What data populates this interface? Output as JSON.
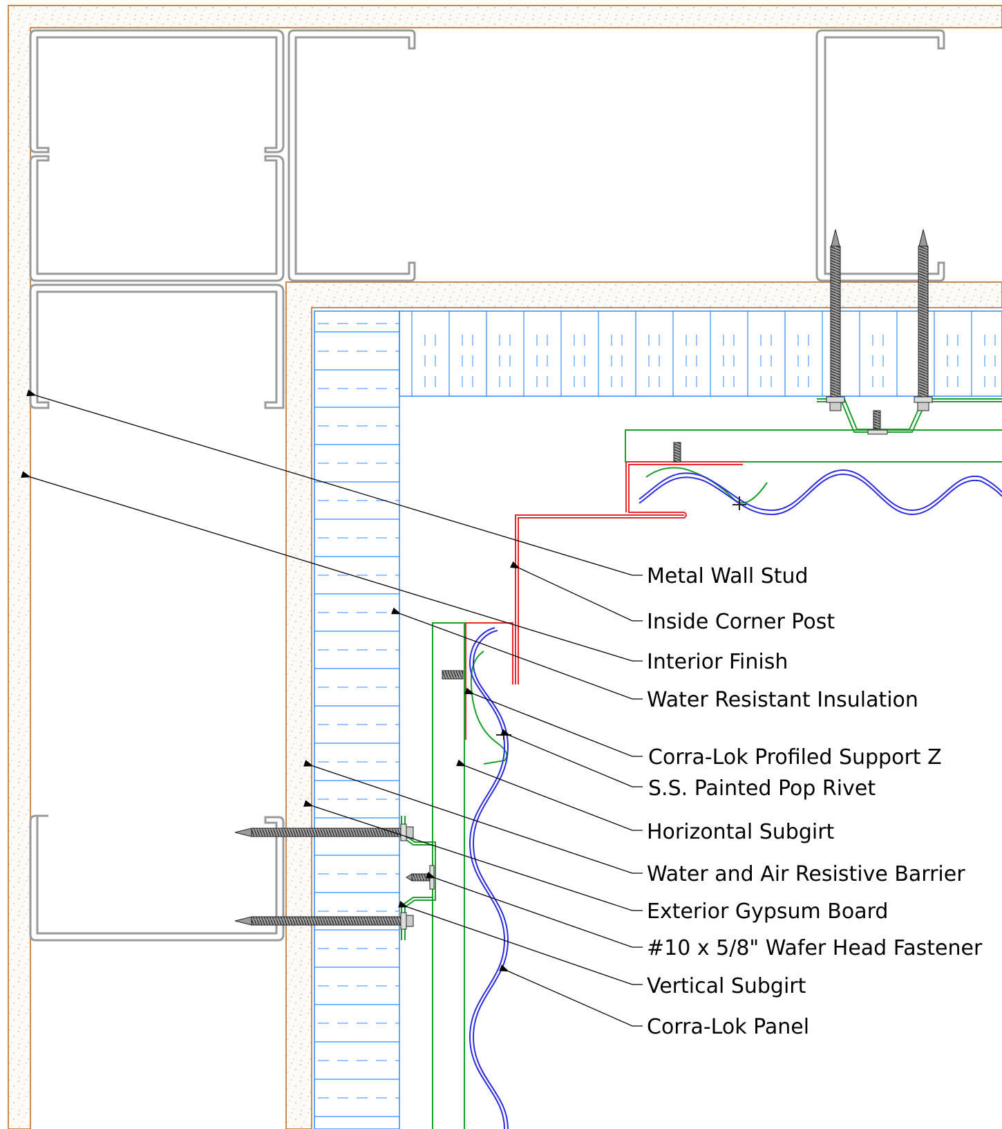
{
  "detail": {
    "type": "inside-corner-wall-section",
    "colors": {
      "stud": "#9a9a9a",
      "gypsum_outline": "#b5651d",
      "gypsum_speckle": "#c98a5a",
      "insulation": "#2b8cff",
      "subgirt": "#1a9e2a",
      "corner_post": "#e8262b",
      "panel": "#2a2ae0",
      "leader": "#000000"
    }
  },
  "callouts": [
    {
      "id": "metal-wall-stud",
      "text": "Metal Wall Stud"
    },
    {
      "id": "inside-corner-post",
      "text": "Inside Corner Post"
    },
    {
      "id": "interior-finish",
      "text": "Interior Finish"
    },
    {
      "id": "water-resistant-insulation",
      "text": "Water Resistant Insulation"
    },
    {
      "id": "profiled-support-z",
      "text": "Corra-Lok Profiled Support Z"
    },
    {
      "id": "pop-rivet",
      "text": "S.S. Painted Pop Rivet"
    },
    {
      "id": "horizontal-subgirt",
      "text": "Horizontal Subgirt"
    },
    {
      "id": "air-barrier",
      "text": "Water and Air Resistive Barrier"
    },
    {
      "id": "exterior-gypsum",
      "text": "Exterior Gypsum Board"
    },
    {
      "id": "wafer-head-fastener",
      "text": "#10 x 5/8\" Wafer Head Fastener"
    },
    {
      "id": "vertical-subgirt",
      "text": "Vertical Subgirt"
    },
    {
      "id": "corra-lok-panel",
      "text": "Corra-Lok Panel"
    }
  ]
}
